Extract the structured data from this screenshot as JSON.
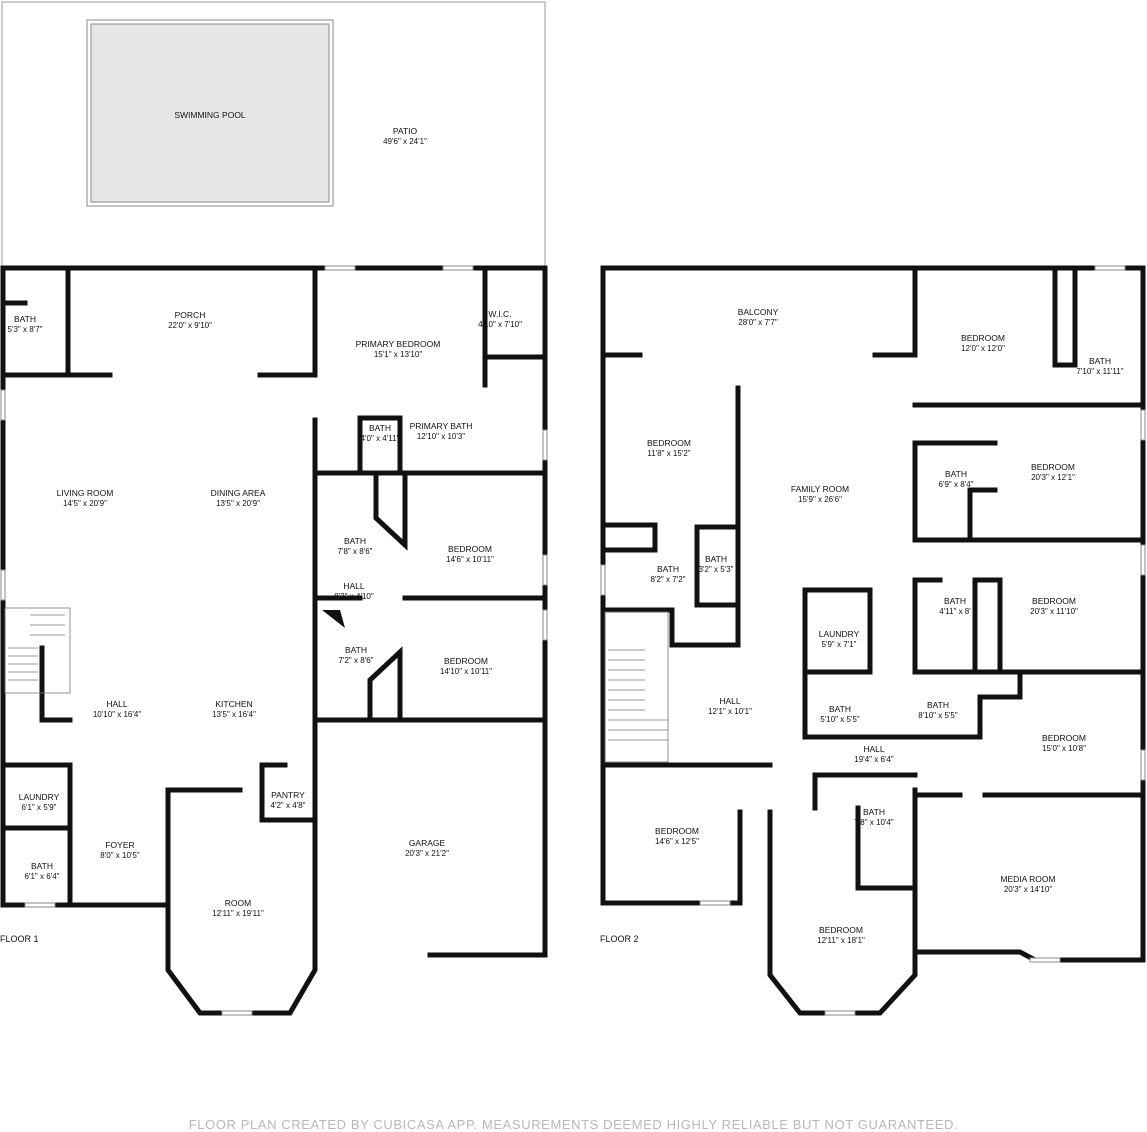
{
  "floors": [
    {
      "label": "FLOOR 1",
      "rooms": [
        {
          "name": "SWIMMING POOL",
          "dim": ""
        },
        {
          "name": "PATIO",
          "dim": "49'6\" x 24'1\""
        },
        {
          "name": "BATH",
          "dim": "5'3\" x 8'7\""
        },
        {
          "name": "PORCH",
          "dim": "22'0\" x 9'10\""
        },
        {
          "name": "PRIMARY BEDROOM",
          "dim": "15'1\" x 13'10\""
        },
        {
          "name": "W.I.C.",
          "dim": "4'10\" x 7'10\""
        },
        {
          "name": "BATH",
          "dim": "4'0\" x 4'11\""
        },
        {
          "name": "PRIMARY BATH",
          "dim": "12'10\" x 10'3\""
        },
        {
          "name": "LIVING ROOM",
          "dim": "14'5\" x 20'9\""
        },
        {
          "name": "DINING AREA",
          "dim": "13'5\" x 20'9\""
        },
        {
          "name": "BATH",
          "dim": "7'8\" x 8'6\""
        },
        {
          "name": "BEDROOM",
          "dim": "14'6\" x 10'11\""
        },
        {
          "name": "HALL",
          "dim": "8'3\" x 4'10\""
        },
        {
          "name": "BATH",
          "dim": "7'2\" x 8'6\""
        },
        {
          "name": "BEDROOM",
          "dim": "14'10\" x 10'11\""
        },
        {
          "name": "HALL",
          "dim": "10'10\" x 16'4\""
        },
        {
          "name": "KITCHEN",
          "dim": "13'5\" x 16'4\""
        },
        {
          "name": "PANTRY",
          "dim": "4'2\" x 4'8\""
        },
        {
          "name": "LAUNDRY",
          "dim": "6'1\" x 5'9\""
        },
        {
          "name": "FOYER",
          "dim": "8'0\" x 10'5\""
        },
        {
          "name": "GARAGE",
          "dim": "20'3\" x 21'2\""
        },
        {
          "name": "BATH",
          "dim": "6'1\" x 6'4\""
        },
        {
          "name": "ROOM",
          "dim": "12'11\" x 19'11\""
        }
      ]
    },
    {
      "label": "FLOOR 2",
      "rooms": [
        {
          "name": "BALCONY",
          "dim": "28'0\" x 7'7\""
        },
        {
          "name": "BEDROOM",
          "dim": "12'0\" x 12'0\""
        },
        {
          "name": "BATH",
          "dim": "7'10\" x 11'11\""
        },
        {
          "name": "BEDROOM",
          "dim": "11'8\" x 15'2\""
        },
        {
          "name": "FAMILY ROOM",
          "dim": "15'9\" x 26'6\""
        },
        {
          "name": "BATH",
          "dim": "6'9\" x 8'4\""
        },
        {
          "name": "BEDROOM",
          "dim": "20'3\" x 12'1\""
        },
        {
          "name": "BATH",
          "dim": "8'2\" x 7'2\""
        },
        {
          "name": "BATH",
          "dim": "3'2\" x 5'3\""
        },
        {
          "name": "BATH",
          "dim": "4'11\" x 8'"
        },
        {
          "name": "BEDROOM",
          "dim": "20'3\" x 11'10\""
        },
        {
          "name": "LAUNDRY",
          "dim": "5'9\" x 7'1\""
        },
        {
          "name": "HALL",
          "dim": "12'1\" x 10'1\""
        },
        {
          "name": "BATH",
          "dim": "5'10\" x 5'5\""
        },
        {
          "name": "BATH",
          "dim": "8'10\" x 5'5\""
        },
        {
          "name": "BEDROOM",
          "dim": "15'0\" x 10'8\""
        },
        {
          "name": "HALL",
          "dim": "19'4\" x 6'4\""
        },
        {
          "name": "BEDROOM",
          "dim": "14'6\" x 12'5\""
        },
        {
          "name": "BATH",
          "dim": "7'8\" x 10'4\""
        },
        {
          "name": "MEDIA ROOM",
          "dim": "20'3\" x 14'10\""
        },
        {
          "name": "BEDROOM",
          "dim": "12'11\" x 18'1\""
        }
      ]
    }
  ],
  "footer": "FLOOR PLAN CREATED BY CUBICASA APP. MEASUREMENTS DEEMED HIGHLY RELIABLE BUT NOT GUARANTEED."
}
